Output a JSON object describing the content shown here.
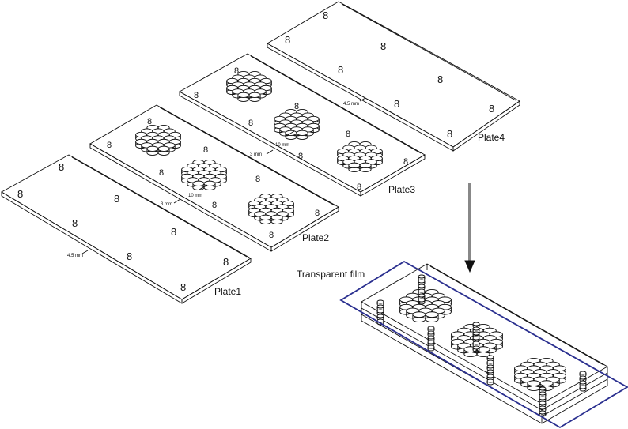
{
  "plates": [
    {
      "id": "plate1",
      "label": "Plate1",
      "dimension": "4.5 mm"
    },
    {
      "id": "plate2",
      "label": "Plate2",
      "dimension": "3 mm",
      "spacing": "10 mm"
    },
    {
      "id": "plate3",
      "label": "Plate3",
      "dimension": "3 mm",
      "spacing": "10 mm"
    },
    {
      "id": "plate4",
      "label": "Plate4",
      "dimension": "4.5 mm"
    }
  ],
  "film": {
    "label": "Transparent film",
    "color": "#2a2f8f"
  },
  "arrow": {
    "direction": "down"
  },
  "colors": {
    "line": "#111111",
    "background": "#ffffff"
  }
}
